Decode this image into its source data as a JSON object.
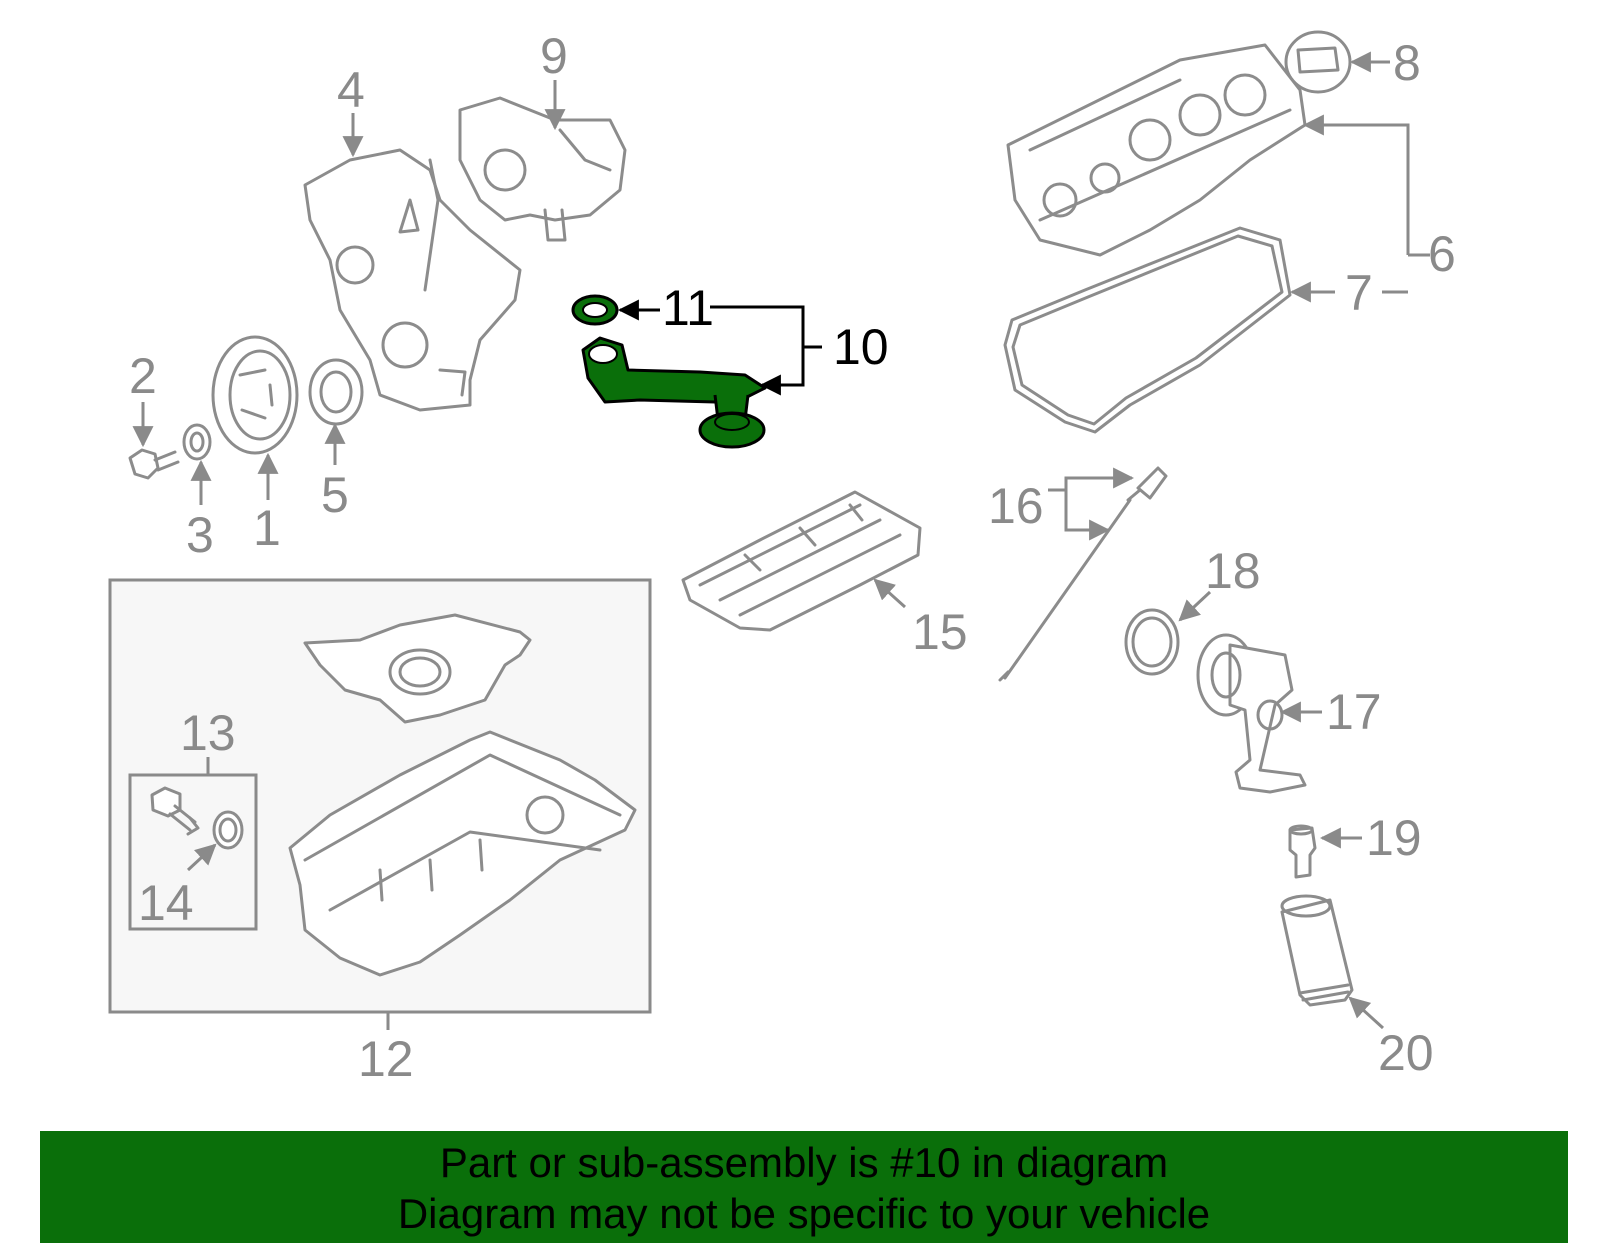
{
  "callouts": {
    "c1": "1",
    "c2": "2",
    "c3": "3",
    "c4": "4",
    "c5": "5",
    "c6": "6",
    "c7": "7",
    "c8": "8",
    "c9": "9",
    "c10": "10",
    "c11": "11",
    "c12": "12",
    "c13": "13",
    "c14": "14",
    "c15": "15",
    "c16": "16",
    "c17": "17",
    "c18": "18",
    "c19": "19",
    "c20": "20"
  },
  "highlight": {
    "part_number": "10",
    "color": "#0a6f0a",
    "outline_color": "#000000"
  },
  "banner": {
    "line1": "Part or sub-assembly is #10 in diagram",
    "line2": "Diagram may not be specific to your vehicle",
    "background": "#0a6f0a"
  }
}
